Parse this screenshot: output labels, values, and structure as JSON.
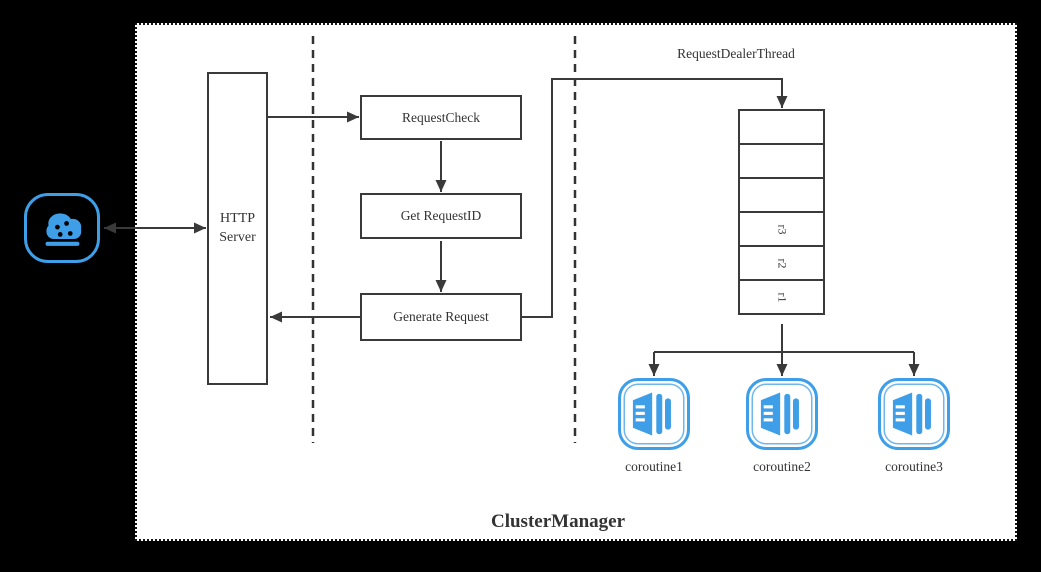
{
  "title": "ClusterManager",
  "http_server": {
    "line1": "HTTP",
    "line2": "Server"
  },
  "flow": {
    "request_check": "RequestCheck",
    "get_request_id": "Get RequestID",
    "generate_request": "Generate Request"
  },
  "dealer": {
    "label": "RequestDealerThread",
    "queue_cells": [
      "",
      "",
      "",
      "r3",
      "r2",
      "r1"
    ]
  },
  "coroutines": [
    {
      "label": "coroutine1"
    },
    {
      "label": "coroutine2"
    },
    {
      "label": "coroutine3"
    }
  ],
  "colors": {
    "accent_blue": "#3e9fe8",
    "line": "#3a3a3a",
    "text": "#333333",
    "panel_bg": "#ffffff",
    "canvas_bg": "#000000"
  }
}
